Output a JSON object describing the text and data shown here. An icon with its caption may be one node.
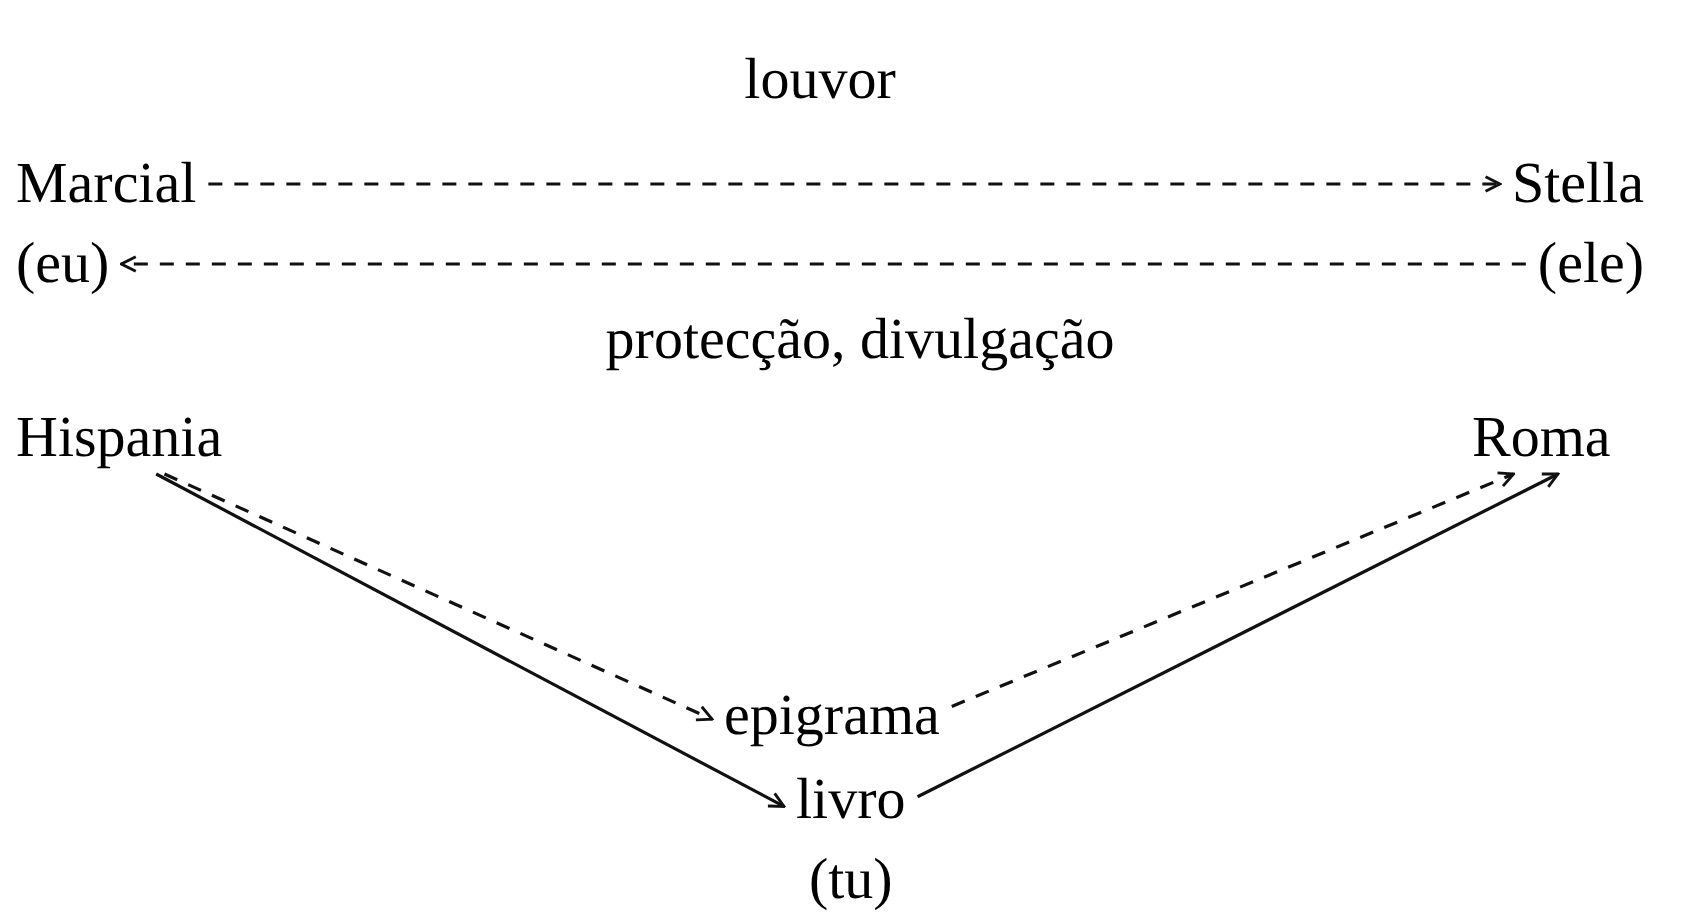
{
  "diagram": {
    "nodes": [
      {
        "text": [
          "Marcial",
          "(eu)"
        ]
      },
      {
        "text": [
          "Stella",
          "(ele)"
        ]
      },
      {
        "text": [
          "Hispania"
        ]
      },
      {
        "text": [
          "Roma"
        ]
      },
      {
        "text": [
          "epigrama"
        ]
      },
      {
        "text": [
          "livro",
          "(tu)"
        ]
      }
    ],
    "edges": [
      {
        "from": 0,
        "to": 1,
        "arrow": "to",
        "style": "dashed",
        "label": "louvor"
      },
      {
        "from": 1,
        "to": 0,
        "arrow": "to",
        "style": "dashed",
        "label": "protecção, divulgação"
      },
      {
        "from": 2,
        "to": 4,
        "arrow": "to",
        "style": "dashed"
      },
      {
        "from": 2,
        "to": 5,
        "arrow": "to"
      },
      {
        "from": 4,
        "to": 3,
        "arrow": "to",
        "style": "dashed"
      },
      {
        "from": 5,
        "to": 3,
        "arrow": "to"
      }
    ]
  }
}
